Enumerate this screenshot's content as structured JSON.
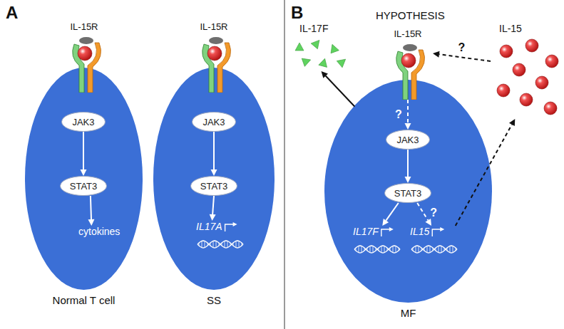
{
  "diagram": {
    "nodes": [
      {
        "text": [
          "IL-15R"
        ]
      },
      {
        "text": [
          "Normal T cell"
        ]
      },
      {
        "text": [
          "JAK3"
        ],
        "in": 1
      },
      {
        "text": [
          "STAT3"
        ],
        "in": 1
      },
      {
        "text": [
          "cytokines"
        ],
        "in": 1
      },
      {
        "text": [
          "IL-15R"
        ]
      },
      {
        "text": [
          "SS"
        ]
      },
      {
        "text": [
          "JAK3"
        ],
        "in": 6
      },
      {
        "text": [
          "STAT3"
        ],
        "in": 6
      },
      {
        "text": [
          "IL17A"
        ],
        "in": 6
      },
      {
        "text": [
          "IL-17F"
        ]
      },
      {
        "text": [
          "IL-15R"
        ]
      },
      {
        "text": [
          "IL-15"
        ]
      },
      {
        "text": [
          "MF"
        ]
      },
      {
        "text": [
          "JAK3"
        ],
        "in": 13
      },
      {
        "text": [
          "STAT3"
        ],
        "in": 13
      },
      {
        "text": [
          "IL17F"
        ],
        "in": 13
      },
      {
        "text": [
          "IL15"
        ],
        "in": 13
      }
    ],
    "edges": [
      {
        "from": 2,
        "to": 3,
        "arrow": "to"
      },
      {
        "from": 3,
        "to": 4,
        "arrow": "to"
      },
      {
        "from": 7,
        "to": 8,
        "arrow": "to"
      },
      {
        "from": 8,
        "to": 9,
        "arrow": "to"
      },
      {
        "from": 13,
        "to": 10,
        "arrow": "to"
      },
      {
        "from": 12,
        "to": 11,
        "arrow": "to",
        "label": "?"
      },
      {
        "from": 11,
        "to": 14,
        "arrow": "to",
        "label": "?"
      },
      {
        "from": 14,
        "to": 15,
        "arrow": "to"
      },
      {
        "from": 15,
        "to": 16,
        "arrow": "to"
      },
      {
        "from": 15,
        "to": 17,
        "arrow": "to",
        "label": "?"
      },
      {
        "from": 17,
        "to": 12,
        "arrow": "to"
      }
    ],
    "labels": [
      "A",
      "B",
      "HYPOTHESIS"
    ]
  }
}
